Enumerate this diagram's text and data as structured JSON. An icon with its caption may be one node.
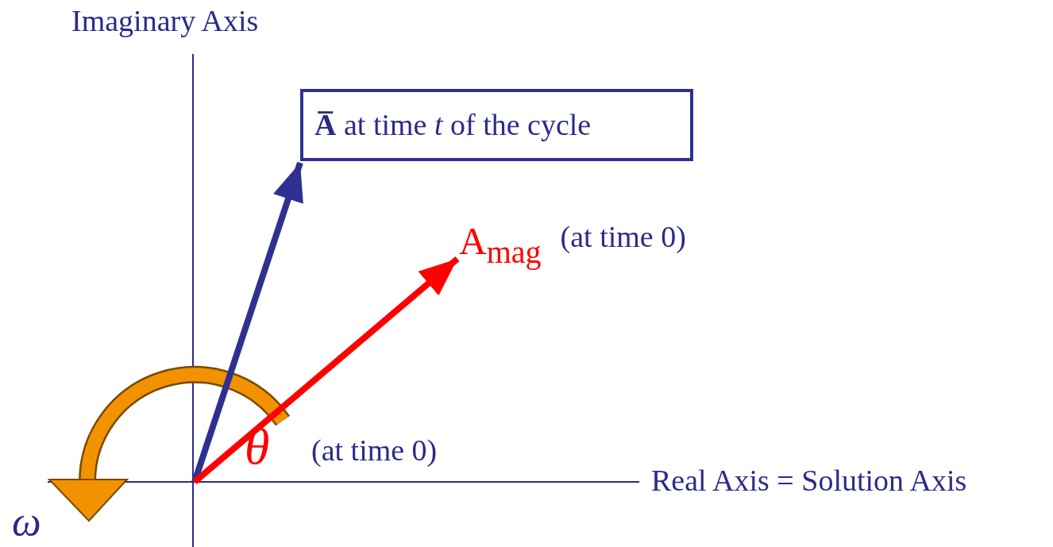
{
  "diagram": {
    "nodes": [
      {
        "text": [
          "**A̅** at time *t* of the cycle"
        ]
      },
      {
        "text": [
          "A$_{mag}$"
        ],
        "beside": [
          "(at time 0)"
        ]
      }
    ],
    "edges": [
      {
        "from": null,
        "to": 0,
        "arrow": "to",
        "color": "#2e3192"
      },
      {
        "from": null,
        "to": 1,
        "arrow": "to",
        "color": "#ff0000"
      }
    ],
    "labels": [
      "Imaginary Axis",
      "θ",
      "(at time 0)",
      "Real Axis = Solution Axis",
      "ω"
    ]
  }
}
